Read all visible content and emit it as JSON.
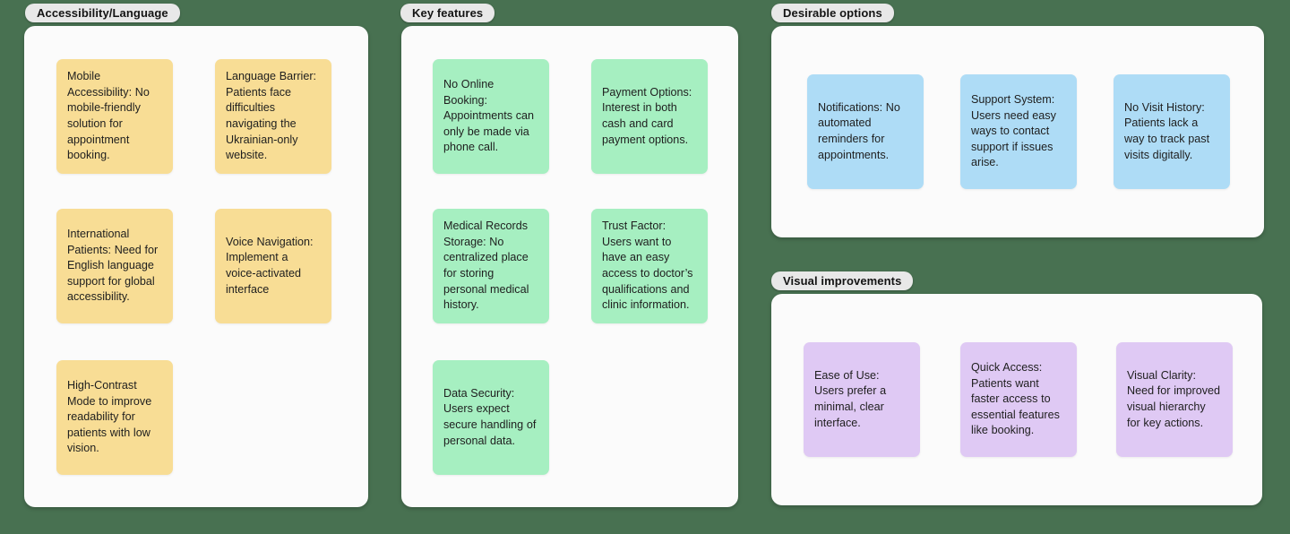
{
  "board": {
    "background_color": "#487151",
    "panel_color": "#FBFBFB",
    "pill_color": "#E8E8E8"
  },
  "note_colors": {
    "yellow": "#F8DD95",
    "green": "#A6EFC1",
    "blue": "#AEDCF6",
    "purple": "#DFC9F4"
  },
  "sections": [
    {
      "label": "Accessibility/Language",
      "note_color": "#F8DD95",
      "notes": [
        "Mobile Accessibility: No mobile-friendly solution for appointment booking.",
        "Language Barrier: Patients face difficulties navigating the Ukrainian-only website.",
        "International Patients: Need for English language support for global accessibility.",
        "Voice Navigation: Implement a voice-activated interface",
        "High-Contrast Mode to improve readability for patients with low vision."
      ]
    },
    {
      "label": "Key features",
      "note_color": "#A6EFC1",
      "notes": [
        "No Online Booking: Appointments can only be made via phone call.",
        "Payment Options: Interest in both cash and card payment options.",
        "Medical Records Storage: No centralized place for storing personal medical history.",
        "Trust Factor: Users want to have an easy access to doctor’s qualifications and clinic information.",
        "Data Security: Users expect secure handling of personal data."
      ]
    },
    {
      "label": "Desirable options",
      "note_color": "#AEDCF6",
      "notes": [
        "Notifications: No automated reminders for appointments.",
        "Support System: Users need easy ways to contact support if issues arise.",
        "No Visit History: Patients lack a way to track past visits digitally."
      ]
    },
    {
      "label": "Visual improvements",
      "note_color": "#DFC9F4",
      "notes": [
        "Ease of Use: Users prefer a minimal, clear interface.",
        "Quick Access: Patients want faster access to essential features like booking.",
        "Visual Clarity: Need for improved visual hierarchy for key actions."
      ]
    }
  ]
}
